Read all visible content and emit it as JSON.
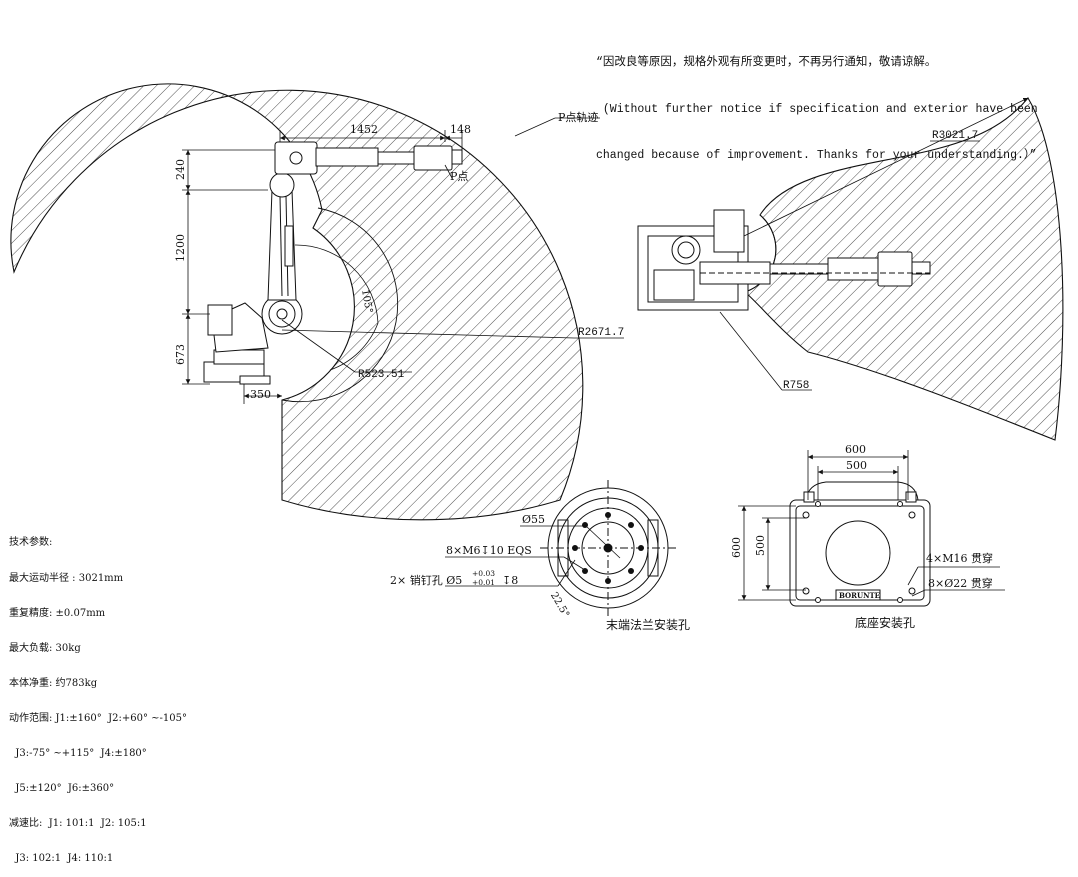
{
  "notice": {
    "line1": "“因改良等原因，规格外观有所变更时，不再另行通知，敬请谅解。",
    "line2": " (Without further notice if specification and exterior have been",
    "line3": "changed because of improvement. Thanks for your understanding.）”"
  },
  "side_view": {
    "dim_1452": "1452",
    "dim_148": "148",
    "dim_240": "240",
    "dim_1200": "1200",
    "dim_673": "673",
    "dim_350": "350",
    "label_p_track": "P点轨迹",
    "label_p_point": "P点",
    "angle_105": "105°",
    "radius_2671": "R2671.7",
    "radius_523": "R523.51"
  },
  "top_view": {
    "radius_3021": "R3021.7",
    "radius_758": "R758"
  },
  "flange": {
    "dim_55": "Ø55",
    "holes_m6": "8×M6↧10 EQS",
    "pin_holes": "2× 销钉孔 Ø5",
    "pin_tol_upper": "+0.03",
    "pin_tol_lower": "+0.01",
    "pin_depth": "↧8",
    "angle_22": "22.5°",
    "title": "末端法兰安装孔"
  },
  "base": {
    "dim_600_top": "600",
    "dim_500_top": "500",
    "dim_600_left": "600",
    "dim_500_left": "500",
    "holes_m16": "4×M16 贯穿",
    "holes_22": "8×Ø22 贯穿",
    "brand": "BORUNTE",
    "title": "底座安装孔"
  },
  "specs": {
    "l1": "技术参数:",
    "l2": "最大运动半径 : 3021mm",
    "l3": "重复精度: ±0.07mm",
    "l4": "最大负载: 30kg",
    "l5": "本体净重: 约783kg",
    "l6": "动作范围: J1:±160°  J2:+60° ~-105°",
    "l7": "  J3:-75° ~+115°  J4:±180°",
    "l8": "  J5:±120°  J6:±360°",
    "l9": "减速比:  J1: 101:1  J2: 105:1",
    "l10": "  J3: 102:1  J4: 110:1"
  }
}
